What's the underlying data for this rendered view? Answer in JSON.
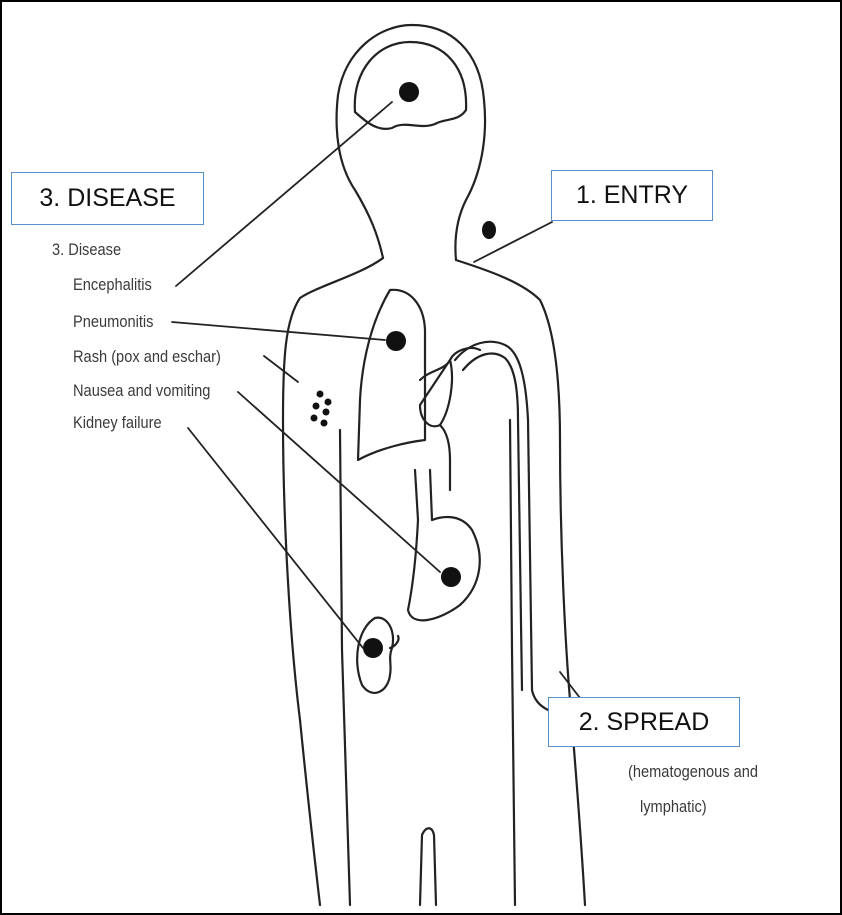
{
  "callouts": {
    "entry": "1. ENTRY",
    "spread": "2.  SPREAD",
    "disease": "3. DISEASE"
  },
  "disease_list": {
    "heading": "3. Disease",
    "items": [
      "Encephalitis",
      "Pneumonitis",
      "Rash (pox and eschar)",
      "Nausea and vomiting",
      "Kidney failure"
    ]
  },
  "spread_note": {
    "line1": "(hematogenous and",
    "line2": "lymphatic)"
  },
  "colors": {
    "callout_border": "#5b8fc9",
    "line": "#222222",
    "text": "#3a3a3a",
    "frame": "#000000"
  }
}
